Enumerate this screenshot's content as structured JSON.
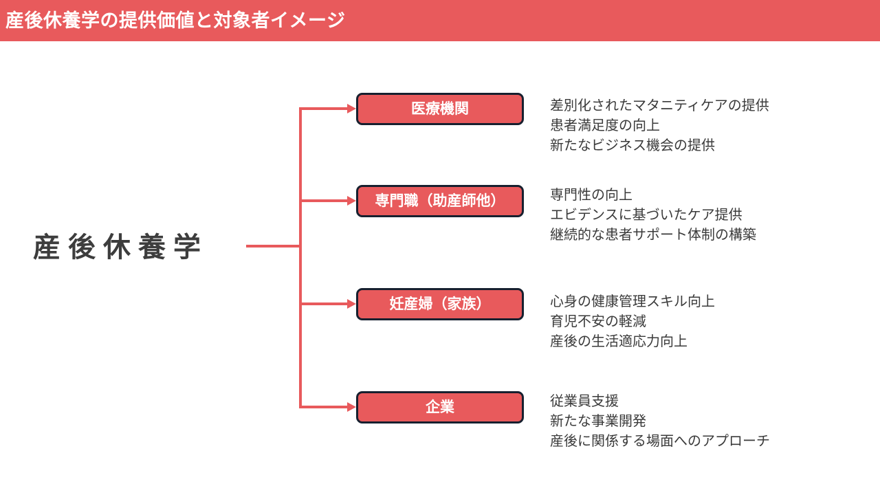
{
  "header": {
    "title": "産後休養学の提供価値と対象者イメージ",
    "background_color": "#e85a5c",
    "text_color": "#ffffff"
  },
  "diagram": {
    "root_label": "産後休養学",
    "connector_color": "#e85a5c",
    "box_fill_color": "#e85a5c",
    "box_border_color": "#17202f",
    "box_text_color": "#ffffff",
    "description_text_color": "#3a3a3a",
    "branches": [
      {
        "box_label": "医療機関",
        "descriptions": [
          "差別化されたマタニティケアの提供",
          "患者満足度の向上",
          "新たなビジネス機会の提供"
        ]
      },
      {
        "box_label": "専門職（助産師他）",
        "descriptions": [
          "専門性の向上",
          "エビデンスに基づいたケア提供",
          "継続的な患者サポート体制の構築"
        ]
      },
      {
        "box_label": "妊産婦（家族）",
        "descriptions": [
          "心身の健康管理スキル向上",
          "育児不安の軽減",
          "産後の生活適応力向上"
        ]
      },
      {
        "box_label": "企業",
        "descriptions": [
          "従業員支援",
          "新たな事業開発",
          "産後に関係する場面へのアプローチ"
        ]
      }
    ]
  }
}
